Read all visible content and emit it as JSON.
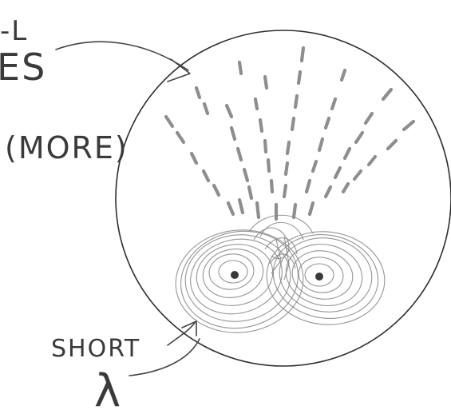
{
  "labels": {
    "top_fragment_1": "-L",
    "top_fragment_2": "ES",
    "more": "(MORE)",
    "short": "SHORT",
    "lambda": "λ"
  },
  "colors": {
    "ink": "#3a3a3a",
    "pencil": "#8e8e8e",
    "paper": "#ffffff"
  }
}
